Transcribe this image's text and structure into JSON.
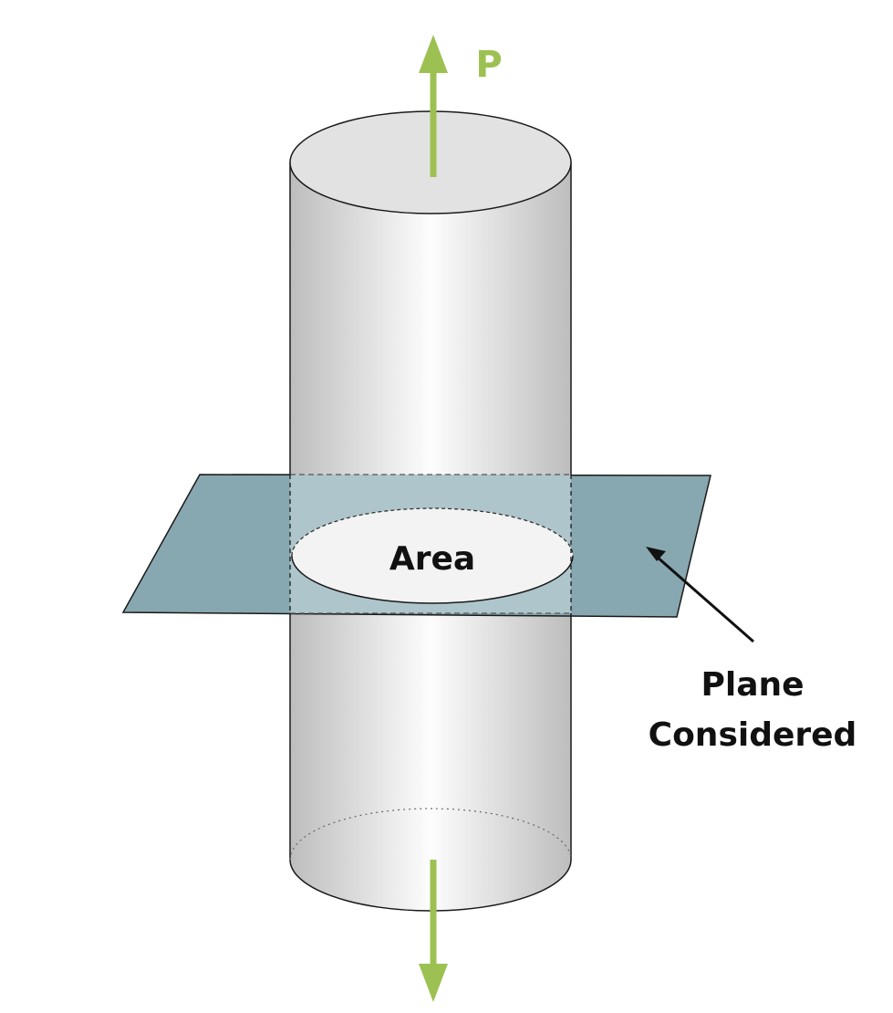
{
  "labels": {
    "force": "P",
    "area": "Area",
    "plane_line1": "Plane",
    "plane_line2": "Considered"
  },
  "colors": {
    "force_arrow": "#9cc152",
    "plane_fill": "#87a8b0",
    "plane_inside_cylinder": "#aec5cc",
    "outline": "#1a1a1a",
    "cylinder_edge": "#bdbdbd",
    "cylinder_center": "#ffffff",
    "label_text": "#111111"
  }
}
